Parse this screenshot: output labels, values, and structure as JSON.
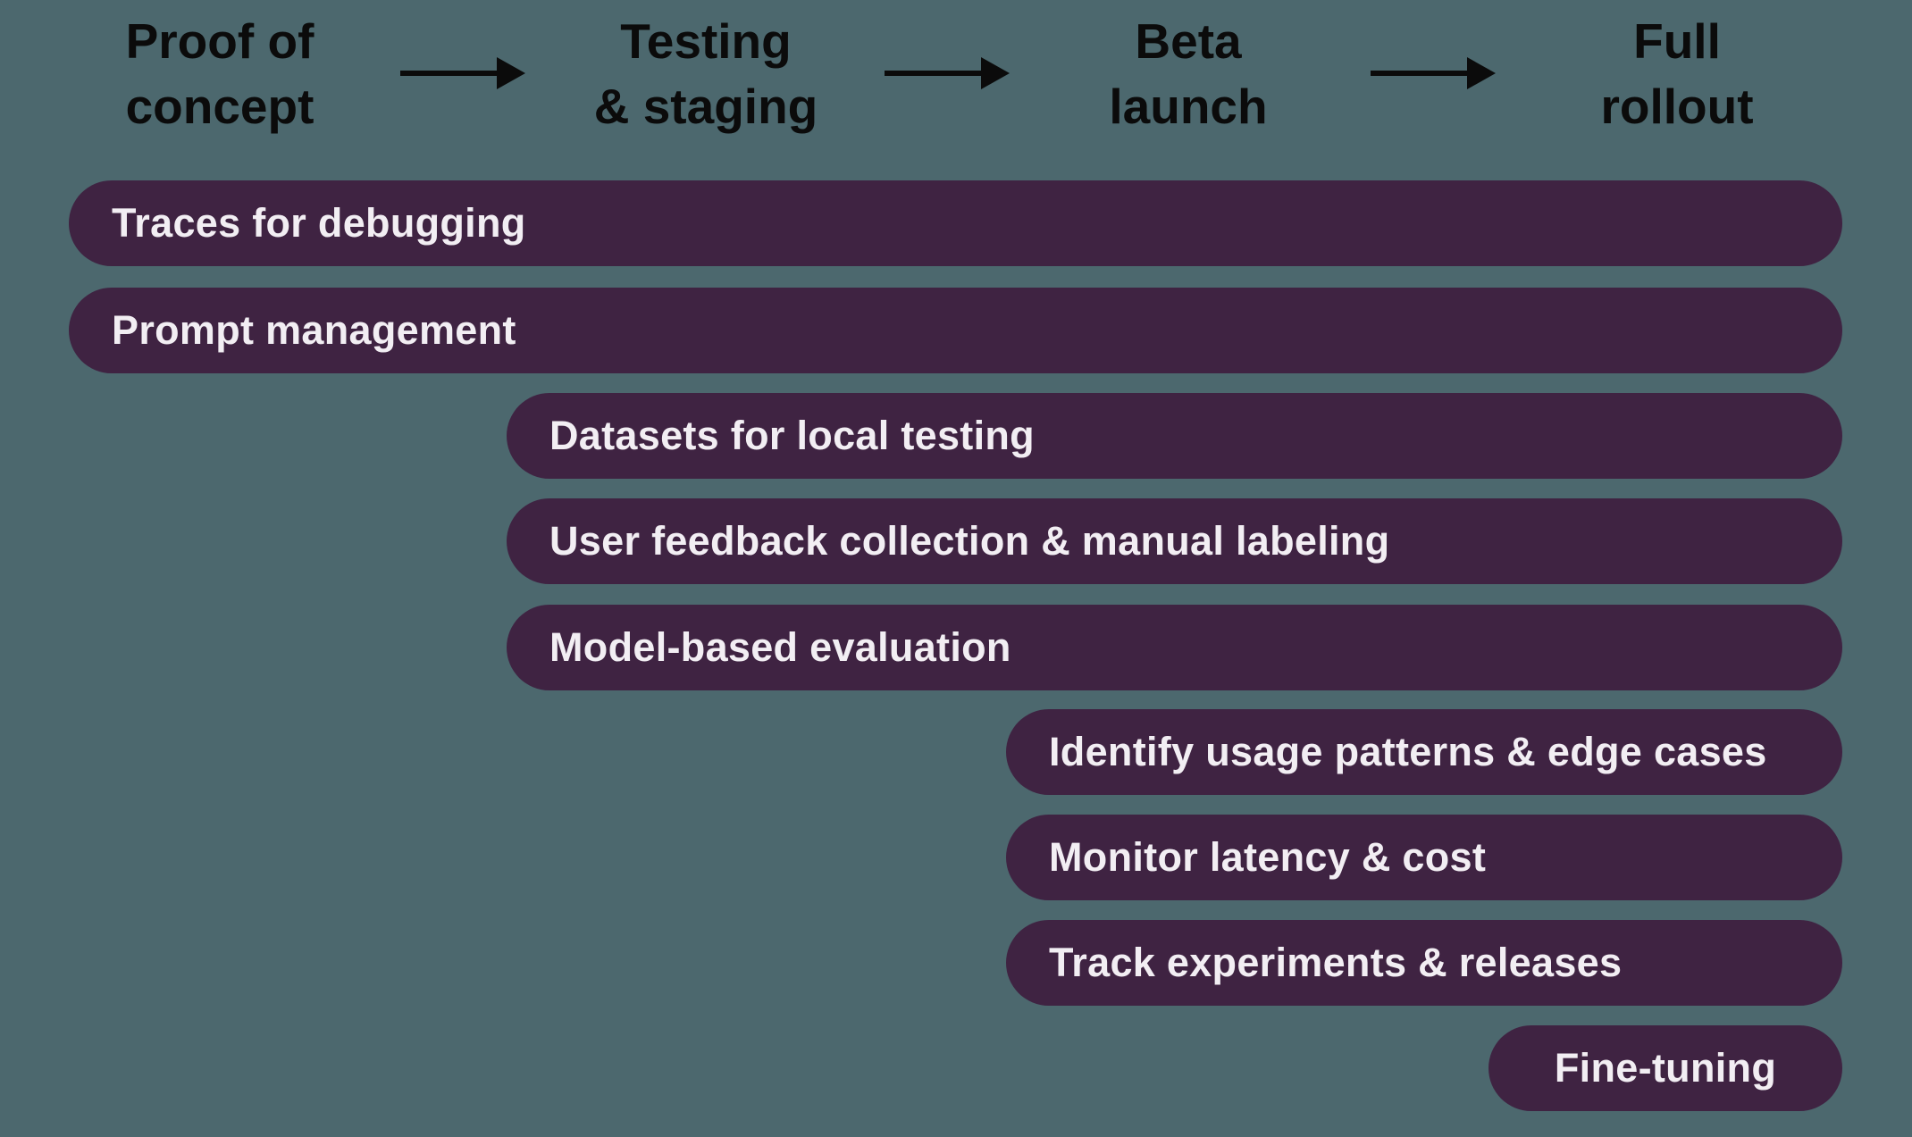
{
  "colors": {
    "background": "#4C686E",
    "bar": "#3F2342",
    "bar_text": "#F2EEF3",
    "header_text": "#0B0B0B",
    "arrow": "#0B0B0B"
  },
  "phases": [
    {
      "label": "Proof of\nconcept"
    },
    {
      "label": "Testing\n& staging"
    },
    {
      "label": "Beta\nlaunch"
    },
    {
      "label": "Full\nrollout"
    }
  ],
  "bars": [
    {
      "label": "Traces for debugging",
      "phase": 0,
      "align": "left"
    },
    {
      "label": "Prompt management",
      "phase": 0,
      "align": "left"
    },
    {
      "label": "Datasets for local testing",
      "phase": 1,
      "align": "left"
    },
    {
      "label": "User feedback collection & manual labeling",
      "phase": 1,
      "align": "left"
    },
    {
      "label": "Model-based evaluation",
      "phase": 1,
      "align": "left"
    },
    {
      "label": "Identify usage patterns & edge cases",
      "phase": 2,
      "align": "left"
    },
    {
      "label": "Monitor latency & cost",
      "phase": 2,
      "align": "left"
    },
    {
      "label": "Track experiments & releases",
      "phase": 2,
      "align": "left"
    },
    {
      "label": "Fine-tuning",
      "phase": 3,
      "align": "center"
    }
  ]
}
